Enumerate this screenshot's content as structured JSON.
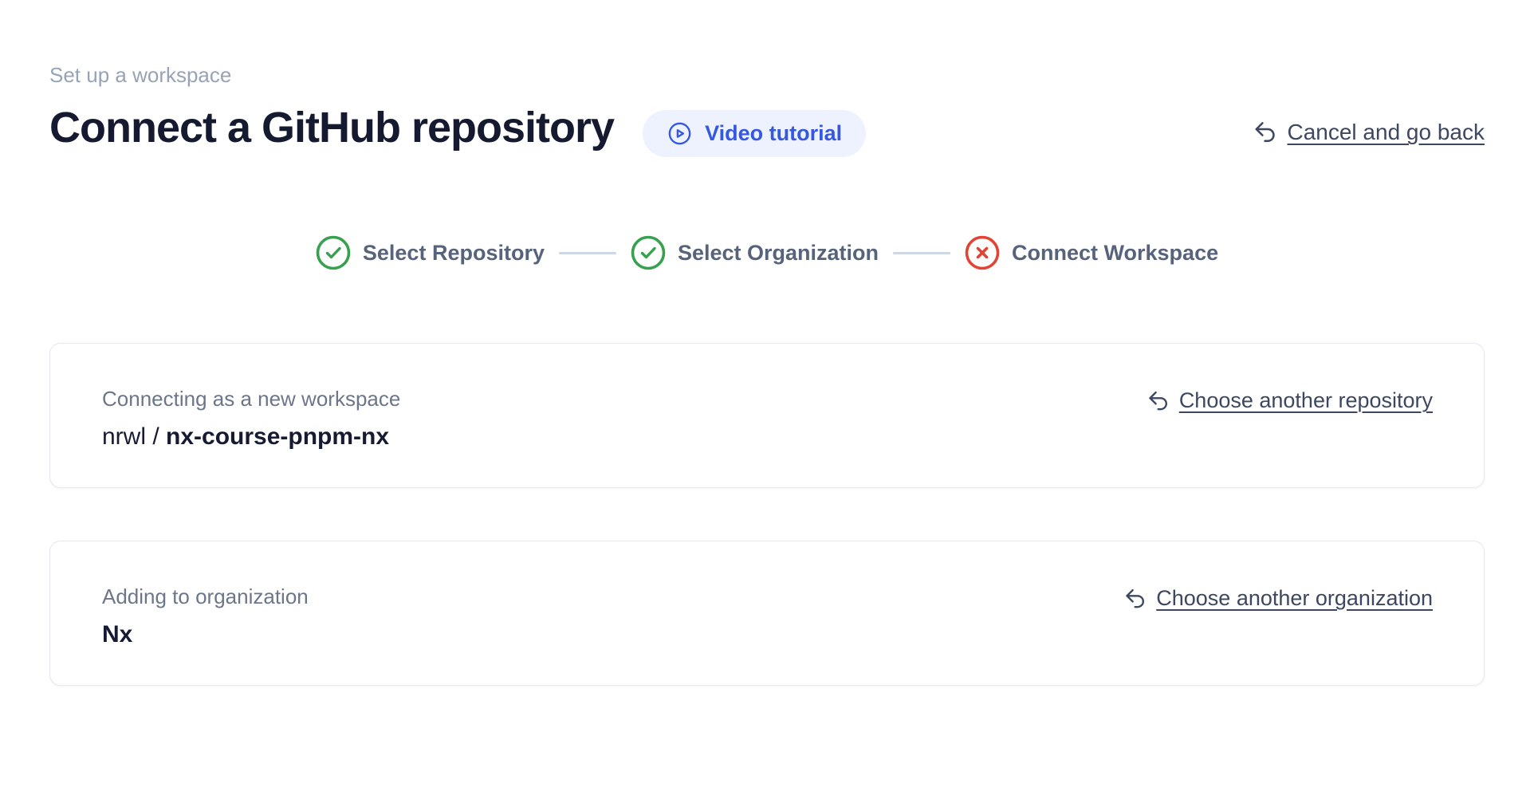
{
  "header": {
    "eyebrow": "Set up a workspace",
    "title": "Connect a GitHub repository",
    "video_button": {
      "label": "Video tutorial",
      "icon": "play-circle-icon"
    },
    "cancel_link": {
      "label": "Cancel and go back",
      "icon": "undo-arrow-icon"
    }
  },
  "stepper": {
    "steps": [
      {
        "label": "Select Repository",
        "status": "complete",
        "icon": "check-circle-icon"
      },
      {
        "label": "Select Organization",
        "status": "complete",
        "icon": "check-circle-icon"
      },
      {
        "label": "Connect Workspace",
        "status": "error",
        "icon": "x-circle-icon"
      }
    ]
  },
  "cards": [
    {
      "label": "Connecting as a new workspace",
      "value_prefix": "nrwl / ",
      "value_name": "nx-course-pnpm-nx",
      "action": {
        "label": "Choose another repository",
        "icon": "undo-arrow-icon"
      }
    },
    {
      "label": "Adding to organization",
      "value_prefix": "",
      "value_name": "Nx",
      "action": {
        "label": "Choose another organization",
        "icon": "undo-arrow-icon"
      }
    }
  ],
  "colors": {
    "accent_blue": "#3558e0",
    "accent_blue_bg": "#edf2fe",
    "success_green": "#38a04e",
    "error_red": "#e04434",
    "connector_gray": "#cfd6e4",
    "text_dark": "#151a30",
    "text_muted": "#6d7689",
    "text_eyebrow": "#97a3b6",
    "link_slate": "#3d4760"
  }
}
